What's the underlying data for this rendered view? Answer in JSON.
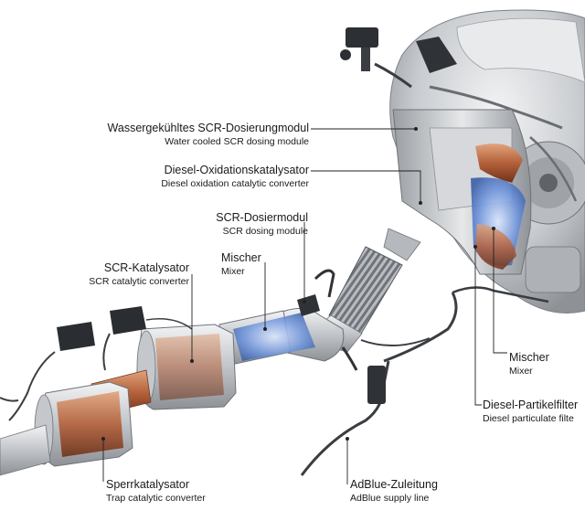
{
  "labels": {
    "scr_dosing_water": {
      "de": "Wassergekühltes SCR-Dosierungmodul",
      "en": "Water cooled SCR dosing module"
    },
    "doc": {
      "de": "Diesel-Oxidationskatalysator",
      "en": "Diesel oxidation catalytic converter"
    },
    "scr_dosing": {
      "de": "SCR-Dosiermodul",
      "en": "SCR dosing module"
    },
    "mixer_front": {
      "de": "Mischer",
      "en": "Mixer"
    },
    "scr_cat": {
      "de": "SCR-Katalysator",
      "en": "SCR catalytic converter"
    },
    "mixer_rear": {
      "de": "Mischer",
      "en": "Mixer"
    },
    "dpf": {
      "de": "Diesel-Partikelfilter",
      "en": "Diesel particulate filte"
    },
    "trap_cat": {
      "de": "Sperrkatalysator",
      "en": "Trap catalytic converter"
    },
    "adblue_line": {
      "de": "AdBlue-Zuleitung",
      "en": "AdBlue supply line"
    }
  },
  "colors": {
    "metal": "#c9ccd0",
    "copper": "#b8653a",
    "engine": "#d4d6d9",
    "hose": "#3a3d42",
    "adblue_spray": "#4f7fd0",
    "leader": "#222222"
  }
}
